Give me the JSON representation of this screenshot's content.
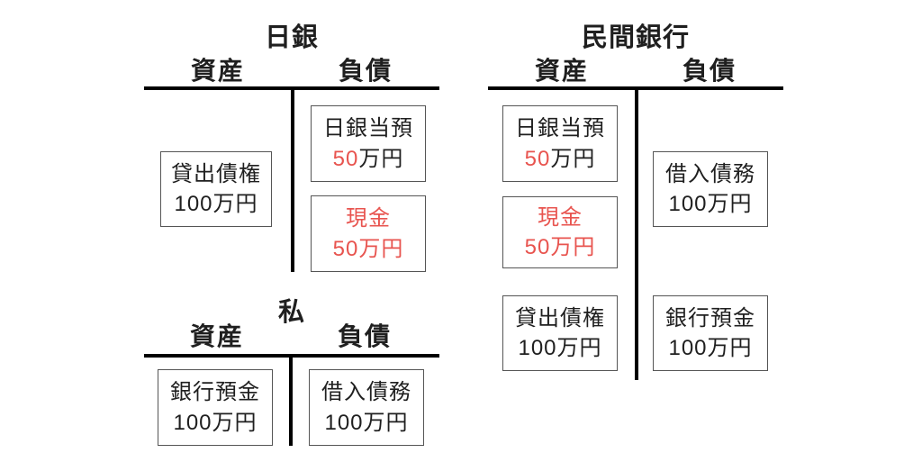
{
  "colors": {
    "highlight_red": "#e8544f",
    "text": "#1f1f1f",
    "line_black": "#000000",
    "box_border": "#555555",
    "background": "#ffffff"
  },
  "accounts": {
    "boj": {
      "title": "日銀",
      "assets_label": "資産",
      "liabilities_label": "負債"
    },
    "private_bank": {
      "title": "民間銀行",
      "assets_label": "資産",
      "liabilities_label": "負債"
    },
    "me": {
      "title": "私",
      "assets_label": "資産",
      "liabilities_label": "負債"
    }
  },
  "boxes": {
    "boj_lending_claim": {
      "line1": "貸出債権",
      "line2": "100万円"
    },
    "boj_current_deposit": {
      "line1": "日銀当預",
      "line2_red": "50",
      "line2_rest": "万円"
    },
    "boj_cash": {
      "line1": "現金",
      "line2": "50万円"
    },
    "pb_current_deposit": {
      "line1": "日銀当預",
      "line2_red": "50",
      "line2_rest": "万円"
    },
    "pb_cash": {
      "line1": "現金",
      "line2": "50万円"
    },
    "pb_lending_claim": {
      "line1": "貸出債権",
      "line2": "100万円"
    },
    "pb_borrowing_debt": {
      "line1": "借入債務",
      "line2": "100万円"
    },
    "pb_bank_deposit": {
      "line1": "銀行預金",
      "line2": "100万円"
    },
    "me_bank_deposit": {
      "line1": "銀行預金",
      "line2": "100万円"
    },
    "me_borrowing_debt": {
      "line1": "借入債務",
      "line2": "100万円"
    }
  }
}
